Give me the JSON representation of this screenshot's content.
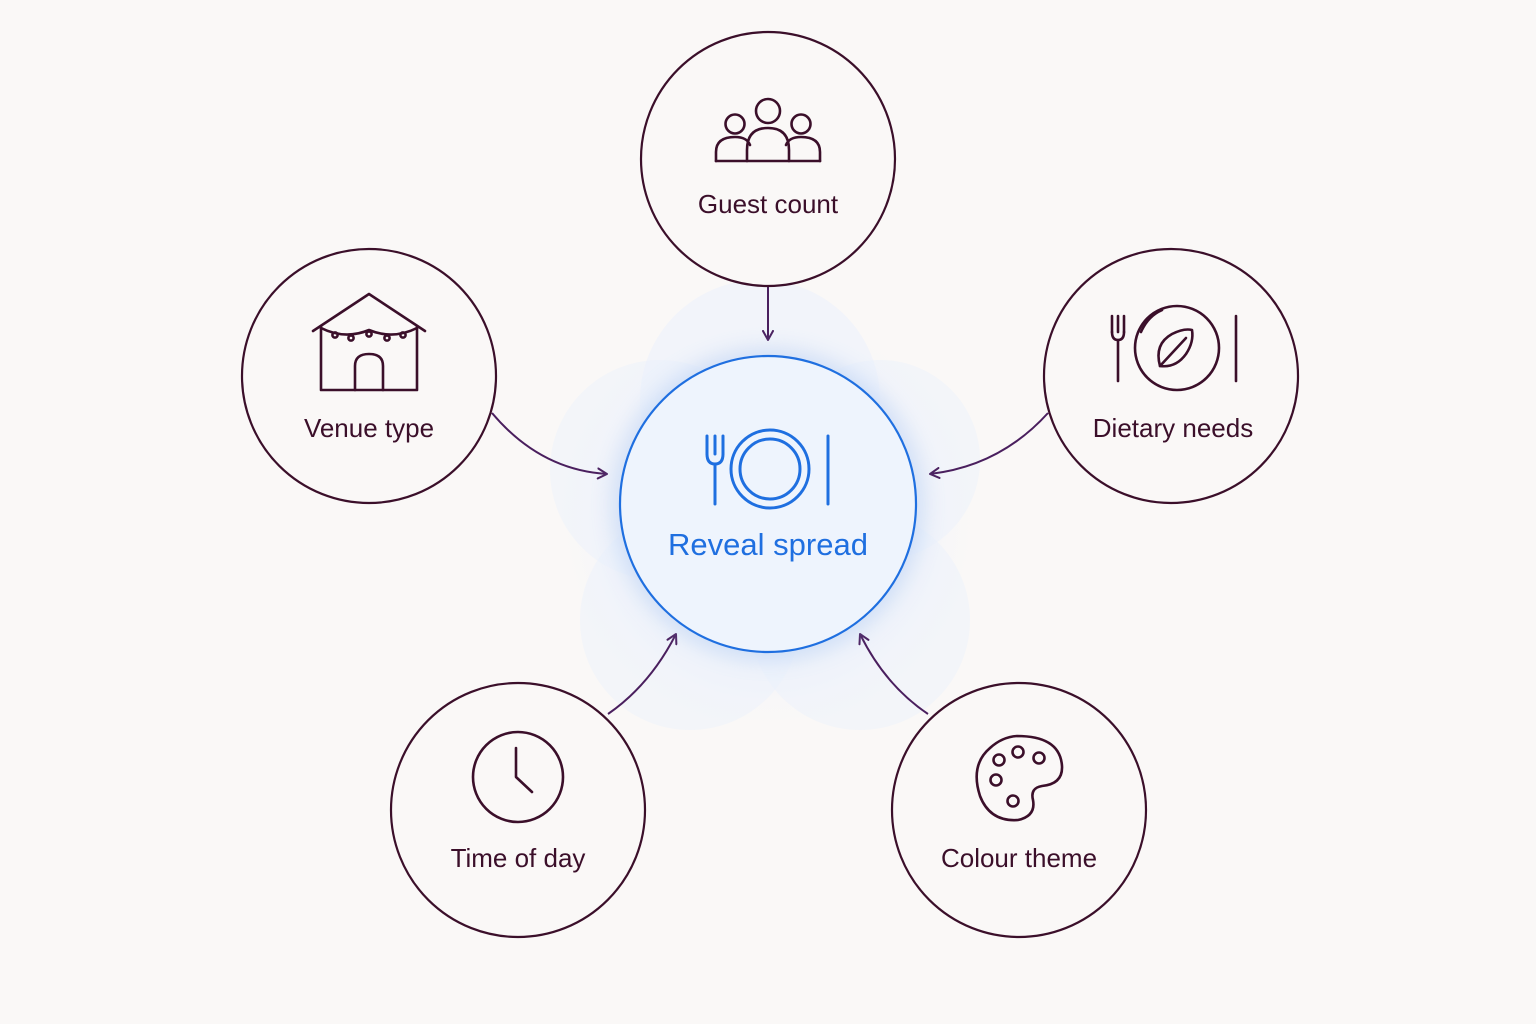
{
  "center": {
    "label": "Reveal spread",
    "icon": "place-setting-icon"
  },
  "nodes": {
    "guest_count": {
      "label": "Guest count",
      "icon": "people-group-icon"
    },
    "venue_type": {
      "label": "Venue type",
      "icon": "venue-house-icon"
    },
    "dietary_needs": {
      "label": "Dietary needs",
      "icon": "leaf-plate-icon"
    },
    "time_of_day": {
      "label": "Time of day",
      "icon": "clock-icon"
    },
    "colour_theme": {
      "label": "Colour theme",
      "icon": "palette-icon"
    }
  },
  "colors": {
    "background": "#faf8f7",
    "node_stroke": "#3b0f2a",
    "arrow": "#4a1f5e",
    "center_accent": "#1f6fe0",
    "center_fill": "#eef4fd"
  }
}
